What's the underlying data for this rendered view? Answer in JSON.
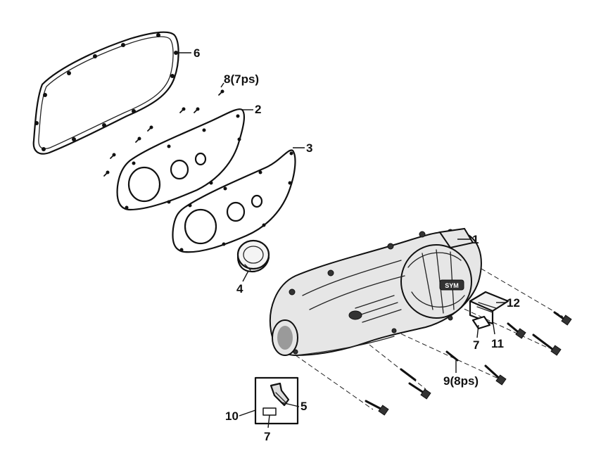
{
  "diagram": {
    "callouts": [
      {
        "id": "1",
        "text": "1"
      },
      {
        "id": "2",
        "text": "2"
      },
      {
        "id": "3",
        "text": "3"
      },
      {
        "id": "4",
        "text": "4"
      },
      {
        "id": "5",
        "text": "5"
      },
      {
        "id": "6",
        "text": "6"
      },
      {
        "id": "7a",
        "text": "7"
      },
      {
        "id": "7b",
        "text": "7"
      },
      {
        "id": "8",
        "text": "8(7ps)"
      },
      {
        "id": "9",
        "text": "9(8ps)"
      },
      {
        "id": "10",
        "text": "10"
      },
      {
        "id": "11",
        "text": "11"
      },
      {
        "id": "12",
        "text": "12"
      }
    ],
    "cover_logo_text": "SYM"
  }
}
